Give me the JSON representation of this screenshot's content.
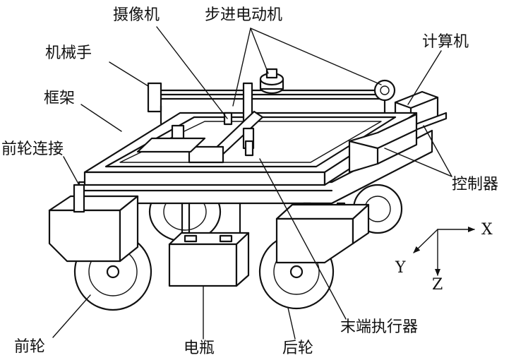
{
  "labels": {
    "camera": "摄像机",
    "stepper_motor": "步进电动机",
    "manipulator": "机械手",
    "computer": "计算机",
    "frame": "框架",
    "front_wheel_link": "前轮连接",
    "controller": "控制器",
    "front_wheel": "前轮",
    "battery": "电瓶",
    "rear_wheel": "后轮",
    "end_effector": "末端执行器"
  },
  "axes": {
    "x": "X",
    "y": "Y",
    "z": "Z"
  }
}
